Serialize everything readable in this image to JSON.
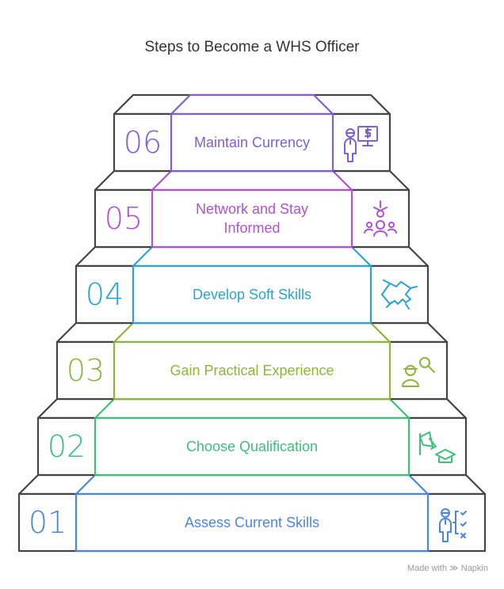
{
  "title": "Steps to Become a WHS Officer",
  "steps": [
    {
      "number": "01",
      "label": "Assess Current Skills",
      "color": "#4a86e0",
      "icon": "person-checklist-icon"
    },
    {
      "number": "02",
      "label": "Choose Qualification",
      "color": "#3dbf7a",
      "icon": "megaphone-graduation-cap-icon"
    },
    {
      "number": "03",
      "label": "Gain Practical Experience",
      "color": "#8db53a",
      "icon": "worker-magnifier-icon"
    },
    {
      "number": "04",
      "label": "Develop Soft Skills",
      "color": "#2aa3d4",
      "icon": "handshake-icon"
    },
    {
      "number": "05",
      "label": "Network and Stay Informed",
      "color": "#b050d8",
      "icon": "network-people-icon"
    },
    {
      "number": "06",
      "label": "Maintain Currency",
      "color": "#7b5fe0",
      "icon": "person-monitor-dollar-icon"
    }
  ],
  "credit": {
    "prefix": "Made with",
    "brand": "Napkin"
  }
}
